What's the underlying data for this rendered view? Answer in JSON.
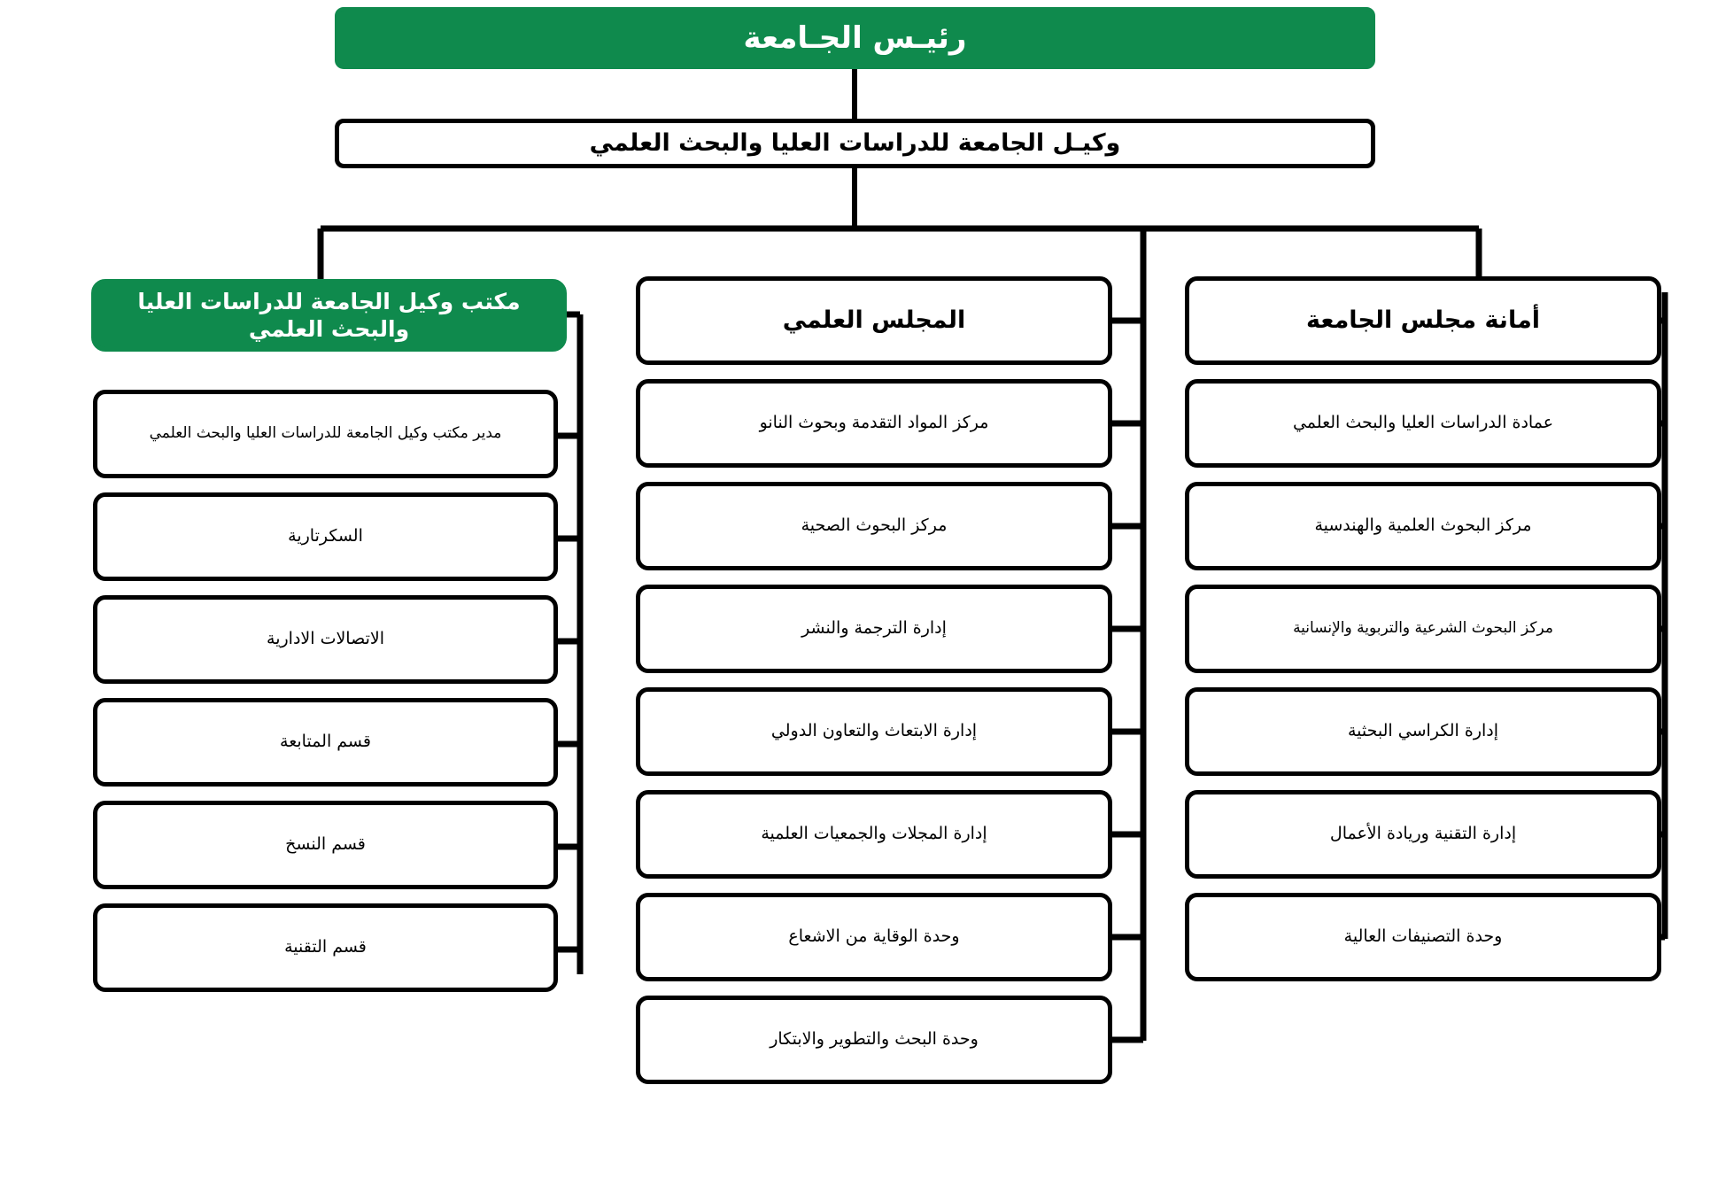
{
  "meta": {
    "title": "الهيكل التنظيمي لوكالة الجامعة للدراسات العليا والبحث العلمي",
    "accent_color": "#0f8a4d",
    "line_color": "#000000",
    "background_color": "#ffffff"
  },
  "root": {
    "label": "رئيـس الجـامعة"
  },
  "level2": {
    "label": "وكيـل الجامعة للدراسات العليا والبحث العلمي"
  },
  "columns": [
    {
      "key": "office",
      "head": {
        "label": "مكتب وكيل الجامعة للدراسات العليا والبحث العلمي",
        "highlight": true
      },
      "items": [
        {
          "label": "مدير مكتب وكيل الجامعة للدراسات العليا والبحث العلمي"
        },
        {
          "label": "السكرتارية"
        },
        {
          "label": "الاتصالات الادارية"
        },
        {
          "label": "قسم المتابعة"
        },
        {
          "label": "قسم النسخ"
        },
        {
          "label": "قسم التقنية"
        }
      ]
    },
    {
      "key": "scientific-council",
      "head": {
        "label": "المجلس العلمي",
        "highlight": false
      },
      "items": [
        {
          "label": "مركز المواد التقدمة وبحوث النانو"
        },
        {
          "label": "مركز البحوث الصحية"
        },
        {
          "label": "إدارة الترجمة والنشر"
        },
        {
          "label": "إدارة الابتعاث والتعاون الدولي"
        },
        {
          "label": "إدارة المجلات والجمعيات العلمية"
        },
        {
          "label": "وحدة الوقاية من الاشعاع"
        },
        {
          "label": "وحدة البحث والتطوير والابتكار"
        }
      ]
    },
    {
      "key": "university-council-secretariat",
      "head": {
        "label": "أمانة مجلس الجامعة",
        "highlight": false
      },
      "items": [
        {
          "label": "عمادة الدراسات العليا والبحث العلمي"
        },
        {
          "label": "مركز البحوث العلمية والهندسية"
        },
        {
          "label": "مركز البحوث الشرعية والتربوية والإنسانية"
        },
        {
          "label": "إدارة الكراسي البحثية"
        },
        {
          "label": "إدارة التقنية وريادة الأعمال"
        },
        {
          "label": "وحدة التصنيفات العالية"
        }
      ]
    }
  ]
}
